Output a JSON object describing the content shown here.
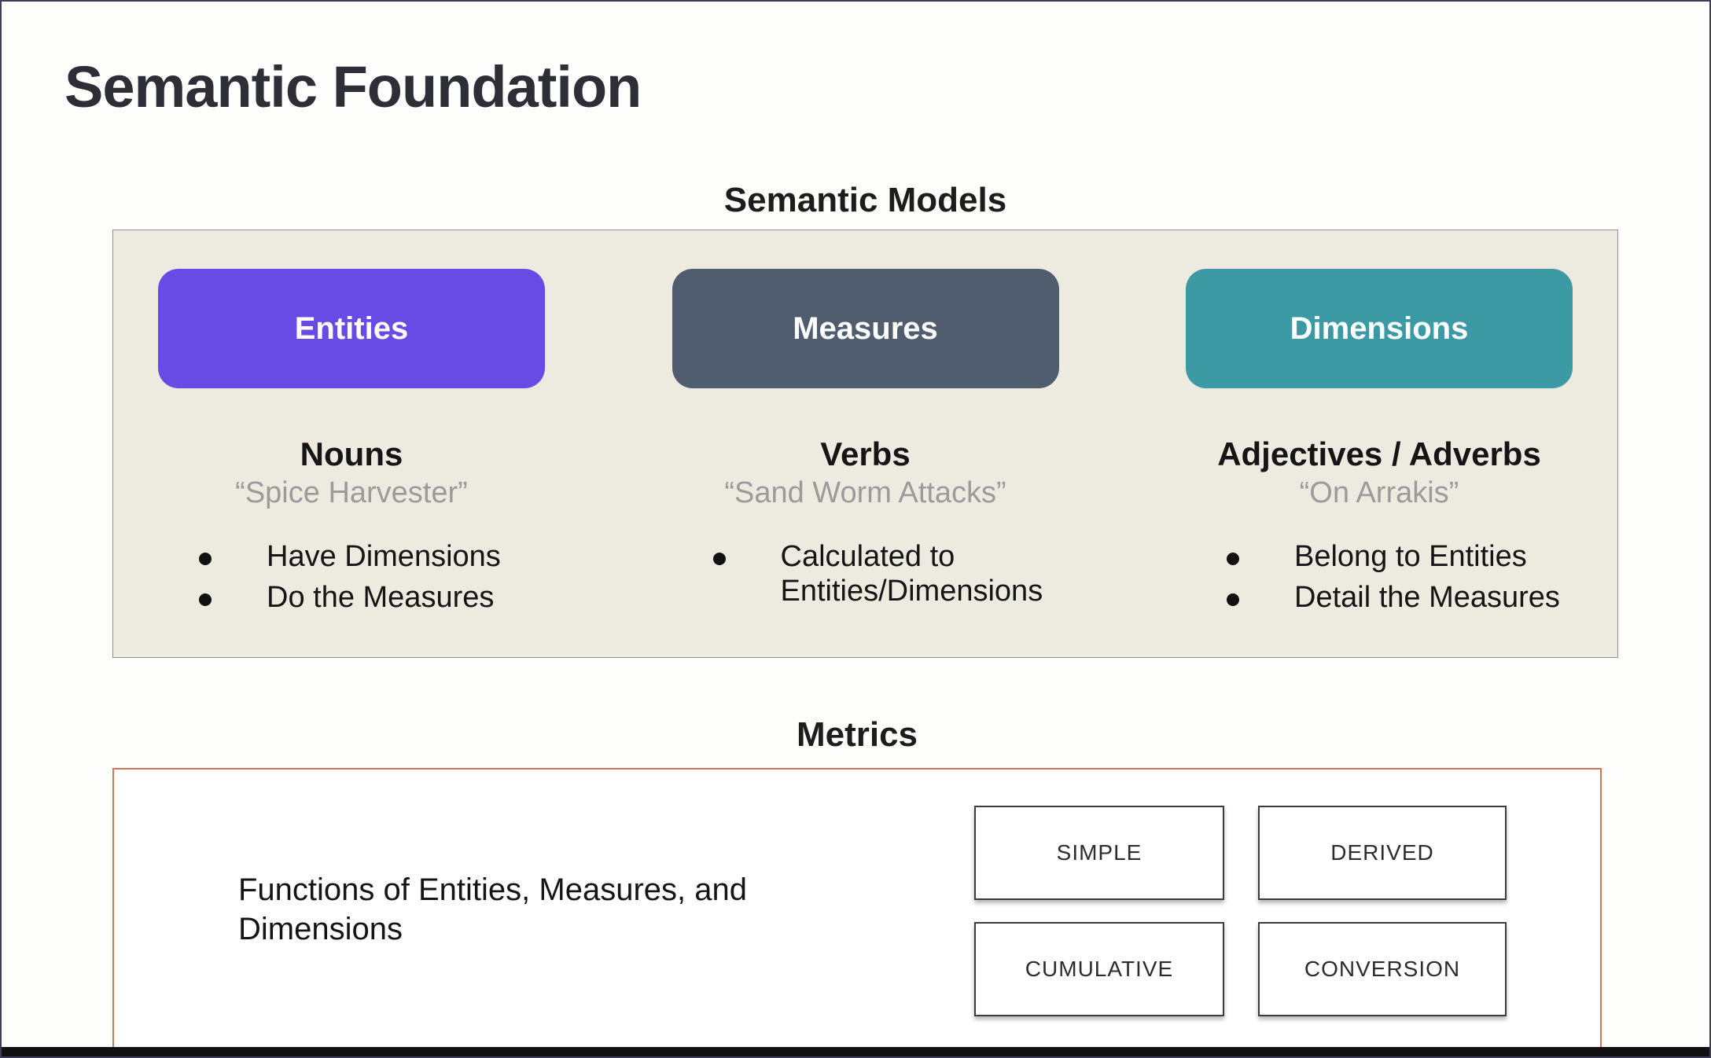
{
  "slide": {
    "title": "Semantic Foundation"
  },
  "semantic_models": {
    "heading": "Semantic Models",
    "panel_background": "#edeadf",
    "columns": [
      {
        "button": "Entities",
        "color": "#684ae4",
        "subtitle": "Nouns",
        "quote": "“Spice Harvester”",
        "bullets": [
          "Have Dimensions",
          "Do the Measures"
        ]
      },
      {
        "button": "Measures",
        "color": "#505d6e",
        "subtitle": "Verbs",
        "quote": "“Sand Worm Attacks”",
        "bullets": [
          "Calculated to Entities/Dimensions"
        ]
      },
      {
        "button": "Dimensions",
        "color": "#3b9aa3",
        "subtitle": "Adjectives / Adverbs",
        "quote": "“On Arrakis”",
        "bullets": [
          "Belong to Entities",
          "Detail the Measures"
        ]
      }
    ]
  },
  "metrics": {
    "heading": "Metrics",
    "border_color": "#c87a58",
    "description": "Functions of Entities, Measures, and Dimensions",
    "types": [
      "SIMPLE",
      "DERIVED",
      "CUMULATIVE",
      "CONVERSION"
    ]
  }
}
